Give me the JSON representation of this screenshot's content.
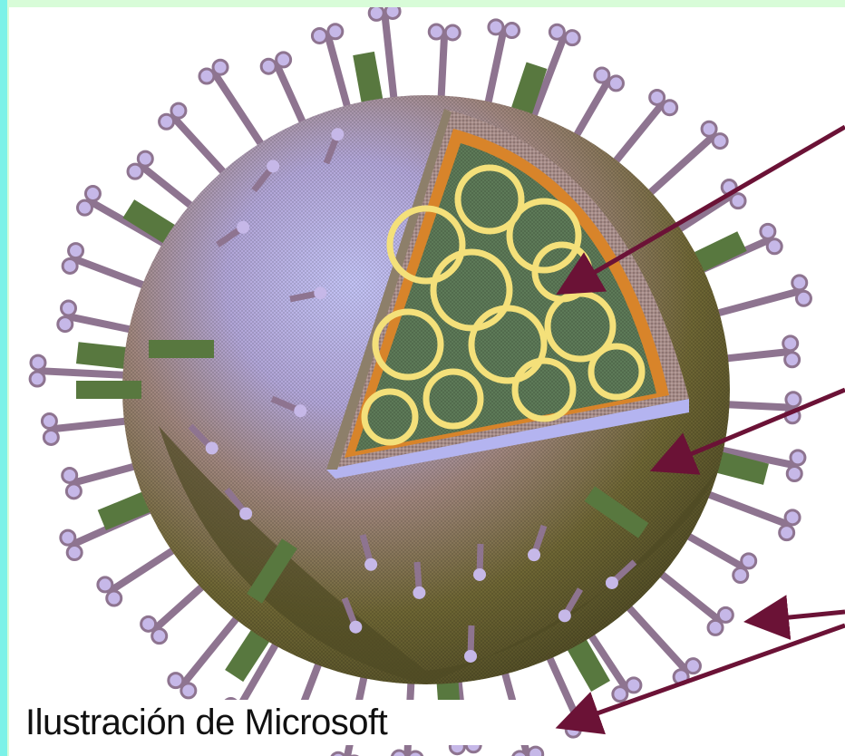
{
  "caption": {
    "credit_text": "Ilustración de Microsoft"
  },
  "colors": {
    "background": "#d8fcd8",
    "cyan_strip": "#7cf2e8",
    "capsule_olive": "#5e5a2c",
    "capsule_mauve": "#a58a86",
    "capsule_lavender": "#b4b4f0",
    "interior_green": "#5d7a58",
    "rna_yellow": "#f4e07a",
    "membrane_orange": "#d8842a",
    "spike_purple": "#8e7490",
    "spike_tip": "#c6b8e8",
    "glycoprotein_green": "#58783f",
    "arrow_maroon": "#6b1236"
  },
  "icons": {
    "illustration": "virus-cross-section-illustration",
    "arrow": "arrow-pointer"
  }
}
